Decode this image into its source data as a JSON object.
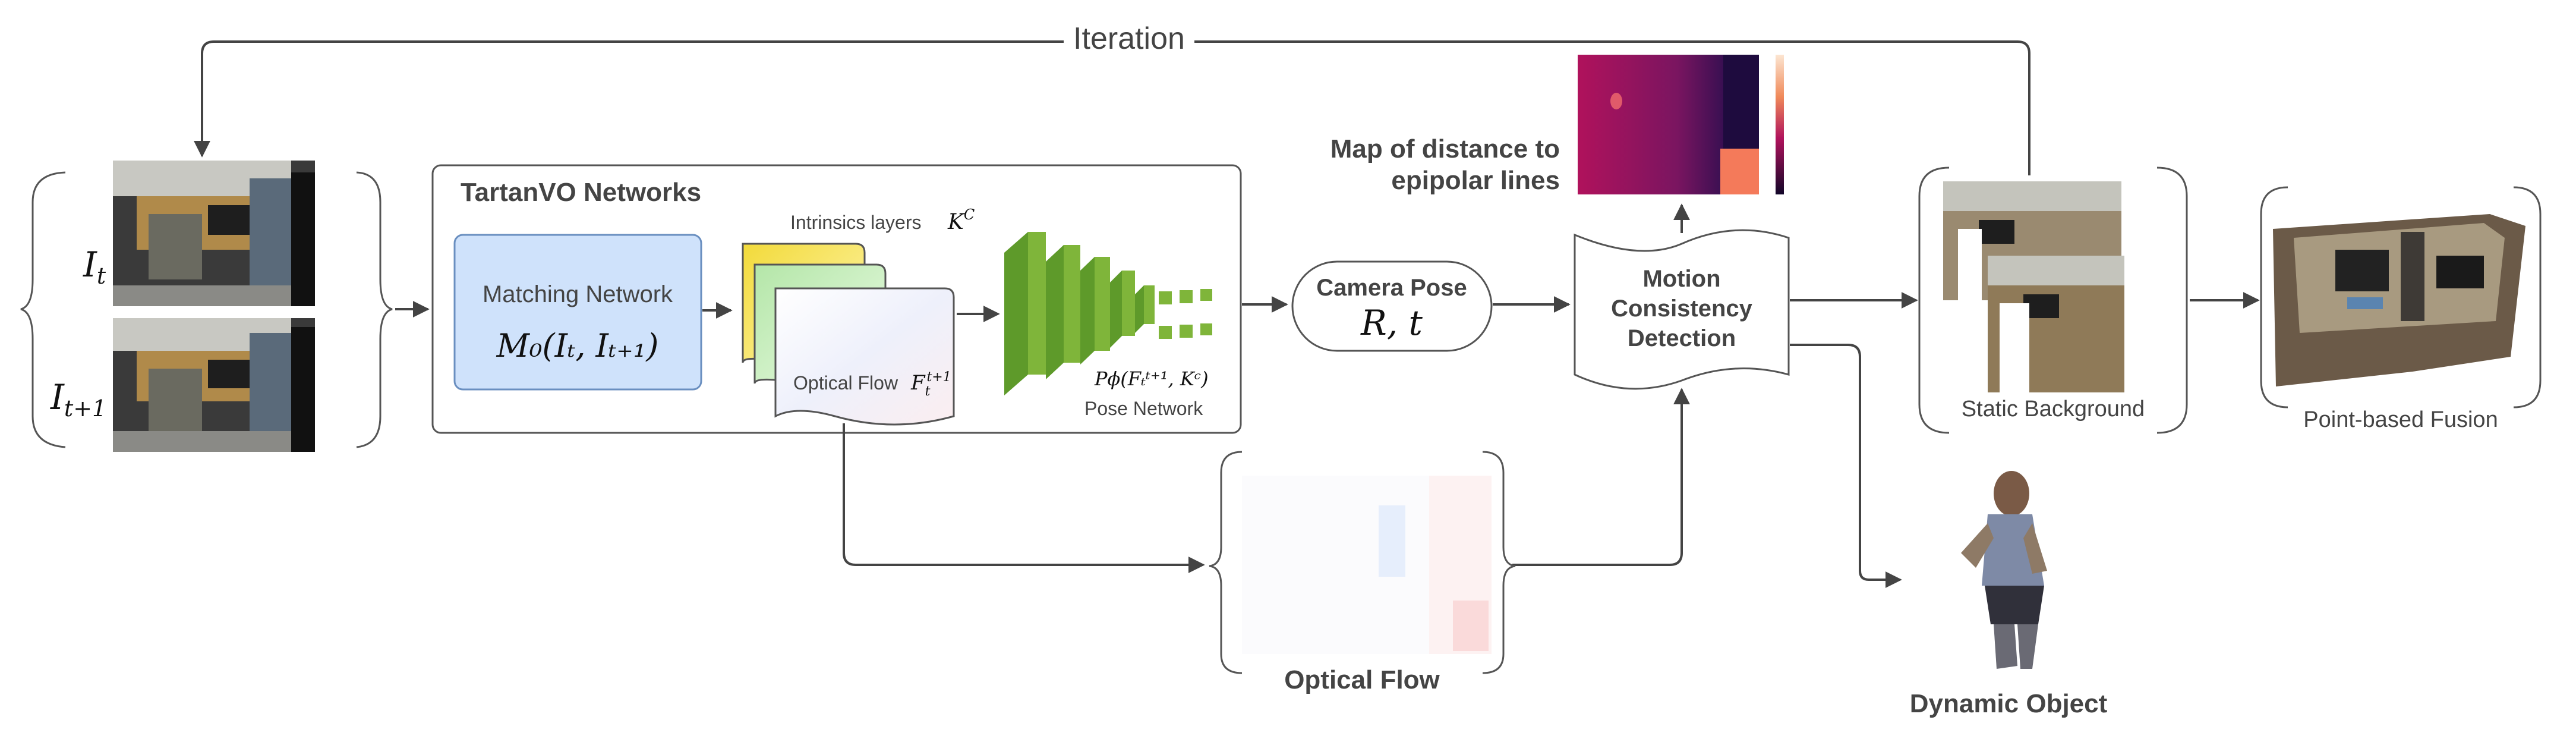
{
  "iteration_label": "Iteration",
  "inputs": {
    "frame_t_symbol": "I",
    "frame_t_sub": "t",
    "frame_t1_symbol": "I",
    "frame_t1_sub": "t+1"
  },
  "tartanvo": {
    "title": "TartanVO Networks",
    "matching_network_label": "Matching Network",
    "matching_formula": "M₀(Iₜ, Iₜ₊₁)",
    "intrinsics_label": "Intrinsics layers",
    "intrinsics_symbol": "K",
    "intrinsics_sup": "C",
    "optical_flow_label": "Optical Flow",
    "flow_symbol": "F",
    "flow_sub": "t",
    "flow_sup": "t+1",
    "pose_formula": "Pϕ(Fₜᵗ⁺¹, Kᶜ)",
    "pose_network_label": "Pose Network"
  },
  "camera_pose": {
    "title": "Camera Pose",
    "formula": "R, t"
  },
  "epipolar_map_label_line1": "Map of distance to",
  "epipolar_map_label_line2": "epipolar lines",
  "motion_consistency": {
    "line1": "Motion",
    "line2": "Consistency",
    "line3": "Detection"
  },
  "static_background_label": "Static Background",
  "point_fusion_label": "Point-based Fusion",
  "optical_flow_output_label": "Optical Flow",
  "dynamic_object_label": "Dynamic Object",
  "colors": {
    "matching_fill": "#cfe2fb",
    "matching_stroke": "#6a8fc0",
    "intrinsics_yellow": "#f5e55a",
    "intrinsics_green": "#c9efc0",
    "pose_green": "#7fb53a",
    "arrow": "#444444"
  }
}
